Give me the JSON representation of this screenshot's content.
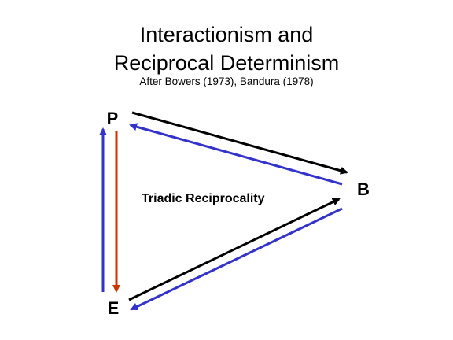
{
  "title": {
    "line1": "Interactionism and",
    "line2": "Reciprocal Determinism",
    "subtitle": "After Bowers (1973), Bandura (1978)"
  },
  "diagram": {
    "nodes": {
      "p": "P",
      "b": "B",
      "e": "E"
    },
    "center_label": "Triadic Reciprocality",
    "colors": {
      "black": "#000000",
      "blue": "#3333cc",
      "red": "#cc3300"
    }
  }
}
